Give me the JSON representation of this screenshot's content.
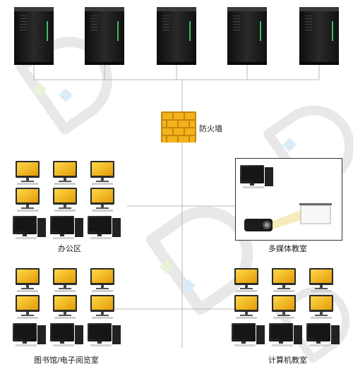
{
  "labels": {
    "firewall": "防火墙",
    "office": "办公区",
    "multimedia": "多媒体教室",
    "library": "图书馆/电子阅览室",
    "computer_lab": "计算机教室"
  },
  "icons": {
    "server": "server-tower-icon",
    "firewall": "brick-wall-firewall-icon",
    "monitor": "yellow-screen-monitor-icon",
    "workstation": "desktop-computer-icon",
    "projector": "projector-icon",
    "screen": "projection-screen-icon"
  },
  "colors": {
    "line": "#b8b8b8",
    "server_body": "#1c1c1c",
    "server_accent": "#3ddc6a",
    "firewall_brick": "#f2b21b",
    "firewall_dark": "#c9860a",
    "monitor_screen": "#f0b70f",
    "monitor_frame": "#2b2b2b",
    "watermark_gray": "#e6e6e6",
    "watermark_blue": "#d9ecf7",
    "watermark_green": "#e9f4d6"
  },
  "counts": {
    "servers": 5,
    "office_monitor_rows": 2,
    "office_monitor_cols": 3,
    "office_desktops": 3,
    "library_monitor_rows": 2,
    "library_monitor_cols": 3,
    "library_desktops": 3,
    "lab_monitor_rows": 2,
    "lab_monitor_cols": 3,
    "lab_desktops": 3
  }
}
